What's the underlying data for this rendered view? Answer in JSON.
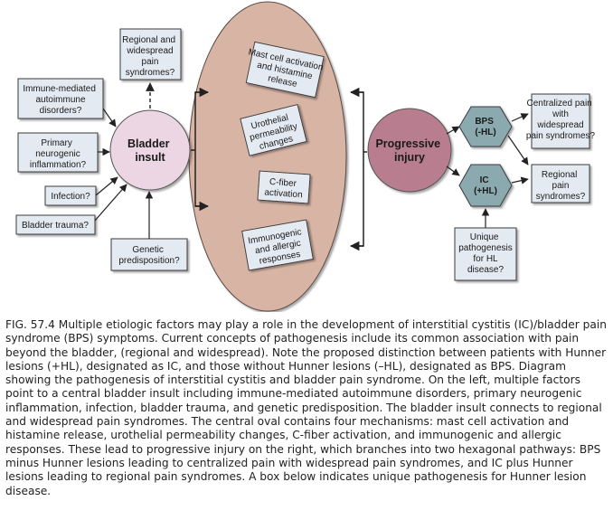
{
  "diagram": {
    "colors": {
      "box_fill": "#e4eaf2",
      "box_stroke": "#3a3a3a",
      "bladder_fill": "#ecd6e4",
      "oval_fill": "#d8b4a5",
      "progressive_fill": "#b97d90",
      "hex_fill": "#8aaab0",
      "arrow": "#222222"
    },
    "left_inputs": [
      "Immune-mediated autoimmune disorders?",
      "Primary neurogenic inflammation?",
      "Infection?",
      "Bladder trauma?",
      "Genetic predisposition?"
    ],
    "top_box": "Regional and widespread pain syndromes?",
    "bladder": "Bladder insult",
    "mechanisms": [
      "Mast cell activation and histamine release",
      "Urothelial permeability changes",
      "C-fiber activation",
      "Immunogenic and allergic responses"
    ],
    "progressive": "Progressive injury",
    "bps_hex": "BPS (-HL)",
    "ic_hex": "IC (+HL)",
    "centralized_box": "Centralized pain with widespread pain syndromes?",
    "regional_box": "Regional pain syndromes?",
    "unique_box": "Unique pathogenesis for HL disease?"
  },
  "caption": "FIG. 57.4 Multiple etiologic factors may play a role in the development of interstitial cystitis (IC)/bladder pain syndrome (BPS) symptoms. Current concepts of pathogenesis include its common association with pain beyond the bladder, (regional and widespread). Note the proposed distinction between patients with Hunner lesions (+HL), designated as IC, and those without Hunner lesions (–HL), designated as BPS. Diagram showing the pathogenesis of interstitial cystitis and bladder pain syndrome. On the left, multiple factors point to a central bladder insult including immune-mediated autoimmune disorders, primary neurogenic inflammation, infection, bladder trauma, and genetic predisposition. The bladder insult connects to regional and widespread pain syndromes. The central oval contains four mechanisms: mast cell activation and histamine release, urothelial permeability changes, C-fiber activation, and immunogenic and allergic responses. These lead to progressive injury on the right, which branches into two hexagonal pathways: BPS minus Hunner lesions leading to centralized pain with widespread pain syndromes, and IC plus Hunner lesions leading to regional pain syndromes. A box below indicates unique pathogenesis for Hunner lesion disease."
}
